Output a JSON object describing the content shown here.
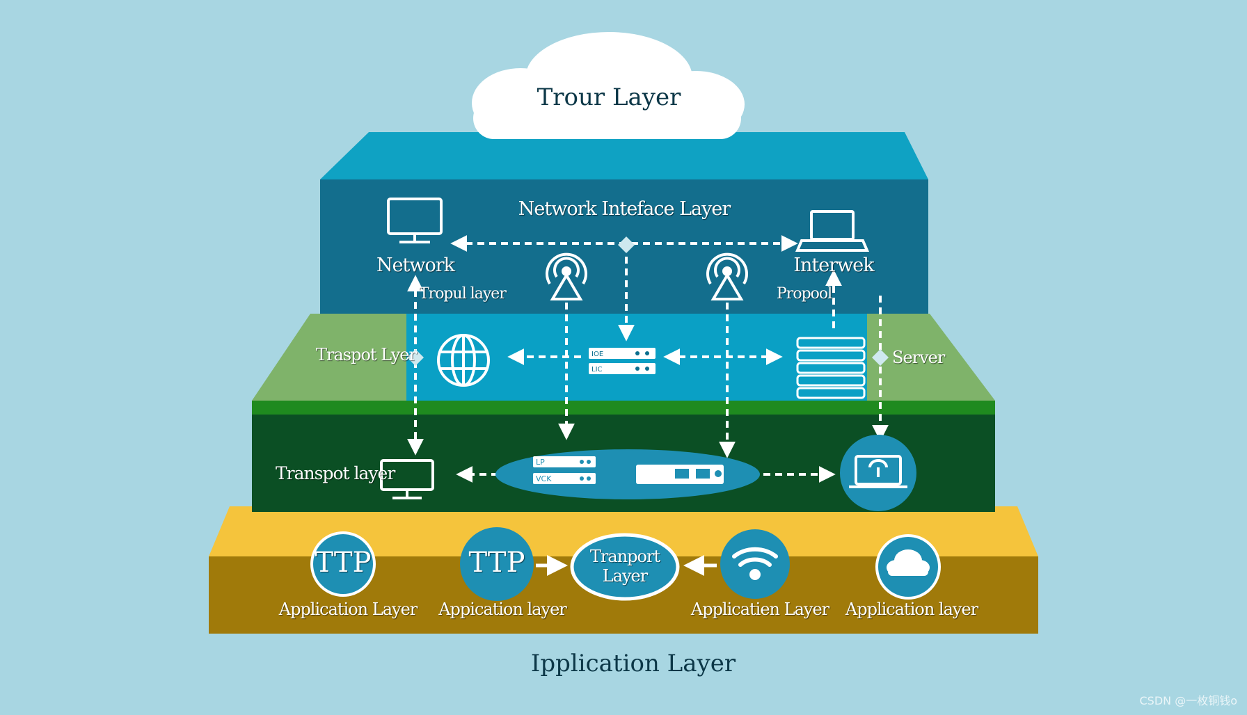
{
  "cloud": {
    "title": "Trour Layer"
  },
  "top_layer": {
    "title": "Network Inteface Layer",
    "left_label": "Network",
    "right_label": "Interwek",
    "sub_left": "Tropul layer",
    "sub_right": "Propool"
  },
  "transport_band": {
    "left_label": "Traspot Lyer",
    "right_label": "Server",
    "device_tags": [
      "IOE",
      "LIC"
    ]
  },
  "green_layer": {
    "left_label": "Transpot layer",
    "device_tags": [
      "LP",
      "VCK"
    ]
  },
  "app_layer": {
    "nodes": [
      {
        "icon_text": "TTP",
        "label": "Application Layer"
      },
      {
        "icon_text": "TTP",
        "label": "Appication layer"
      },
      {
        "icon_text": "Tranport Layer"
      },
      {
        "icon": "wifi-icon",
        "label": "Applicatien Layer"
      },
      {
        "icon": "cloud-icon",
        "label": "Application layer"
      }
    ]
  },
  "bottom_caption": "Ipplication Layer",
  "watermark": "CSDN @一枚铜钱o",
  "colors": {
    "background": "#a8d6e2",
    "top_layer": "#136e8d",
    "top_layer_roof": "#0fa2c3",
    "transport_band": "#0aa0c5",
    "light_green": "#7fb36a",
    "dark_green": "#0b4f24",
    "app_layer": "#a07a0a",
    "app_layer_roof": "#f5c43c",
    "node": "#1e8fb3"
  }
}
